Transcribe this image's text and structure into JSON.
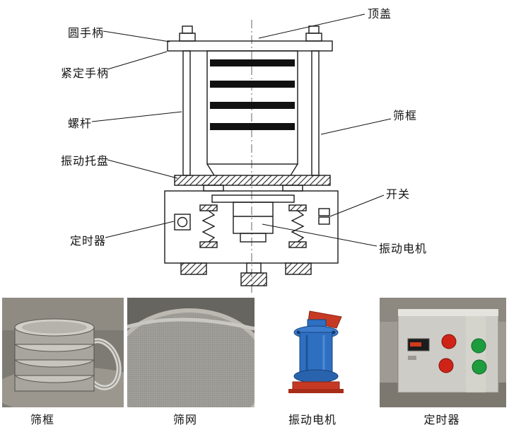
{
  "diagram": {
    "labels": {
      "top_cover": "顶盖",
      "round_handle": "圆手柄",
      "tightening_handle": "紧定手柄",
      "screw_rod": "螺杆",
      "vibration_tray": "振动托盘",
      "timer": "定时器",
      "sieve_frame": "筛框",
      "switch": "开关",
      "vibration_motor": "振动电机"
    }
  },
  "photos": [
    {
      "caption": "筛框"
    },
    {
      "caption": "筛网"
    },
    {
      "caption": "振动电机"
    },
    {
      "caption": "定时器"
    }
  ],
  "colors": {
    "line_black": "#1a1a1a",
    "motor_blue": "#2f6fc1",
    "accent_red": "#cf2318",
    "accent_green": "#1d9c3e"
  }
}
